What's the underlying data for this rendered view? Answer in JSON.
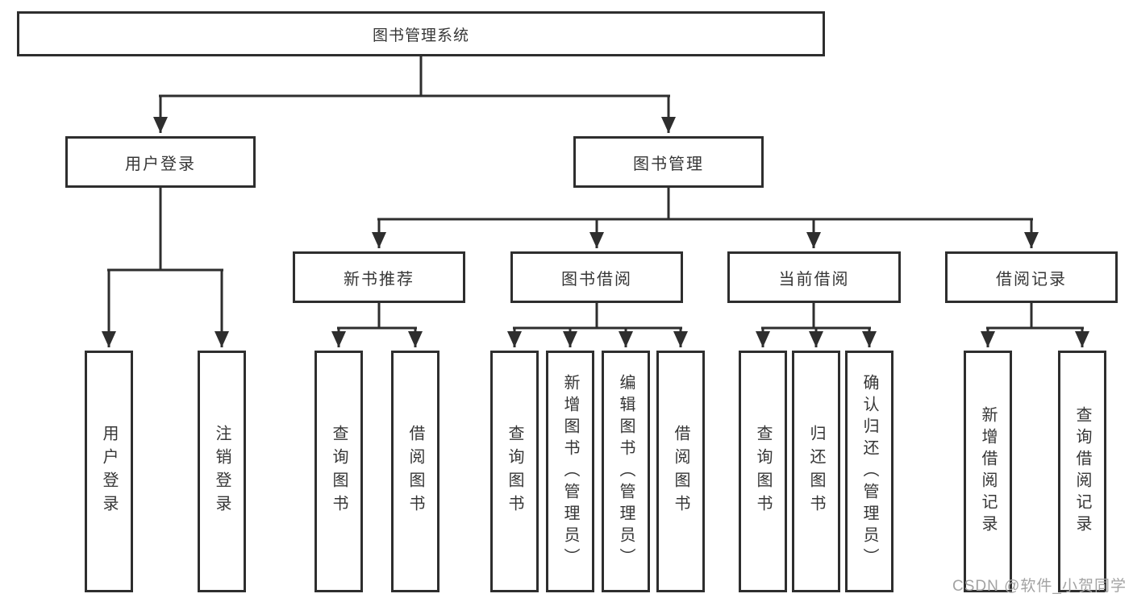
{
  "diagram_type": "functional-structure-tree",
  "tree": {
    "label": "图书管理系统",
    "children": [
      {
        "label": "用户登录",
        "children": [
          {
            "label": "用户登录"
          },
          {
            "label": "注销登录"
          }
        ]
      },
      {
        "label": "图书管理",
        "children": [
          {
            "label": "新书推荐",
            "children": [
              {
                "label": "查询图书"
              },
              {
                "label": "借阅图书"
              }
            ]
          },
          {
            "label": "图书借阅",
            "children": [
              {
                "label": "查询图书"
              },
              {
                "label": "新增图书（管理员）"
              },
              {
                "label": "编辑图书（管理员）"
              },
              {
                "label": "借阅图书"
              }
            ]
          },
          {
            "label": "当前借阅",
            "children": [
              {
                "label": "查询图书"
              },
              {
                "label": "归还图书"
              },
              {
                "label": "确认归还（管理员）"
              }
            ]
          },
          {
            "label": "借阅记录",
            "children": [
              {
                "label": "新增借阅记录"
              },
              {
                "label": "查询借阅记录"
              }
            ]
          }
        ]
      }
    ]
  },
  "watermark": {
    "text": "CSDN @软件_小贺同学"
  },
  "colors": {
    "line": "#2e2e2e",
    "box_border": "#2e2e2e",
    "text": "#363636",
    "watermark": "#a3a3a3",
    "background": "#ffffff"
  }
}
